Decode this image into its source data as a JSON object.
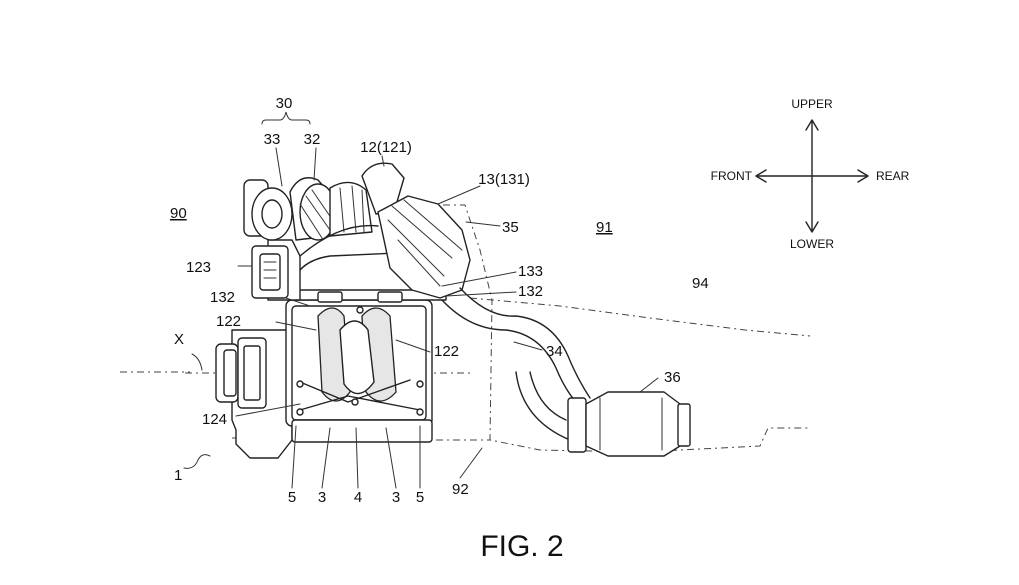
{
  "figure": {
    "caption": "FIG. 2",
    "directions": {
      "upper": "UPPER",
      "lower": "LOWER",
      "front": "FRONT",
      "rear": "REAR"
    },
    "labels": {
      "l30": "30",
      "l33": "33",
      "l32": "32",
      "l12": "12(121)",
      "l13": "13(131)",
      "l90": "90",
      "l35": "35",
      "l91": "91",
      "l123": "123",
      "l133": "133",
      "l132a": "132",
      "l132b": "132",
      "l94": "94",
      "l122a": "122",
      "l122b": "122",
      "lX": "X",
      "l34": "34",
      "l36": "36",
      "l124": "124",
      "l1": "1",
      "b5a": "5",
      "b3a": "3",
      "b4": "4",
      "b3b": "3",
      "b5b": "5",
      "l92": "92"
    }
  }
}
